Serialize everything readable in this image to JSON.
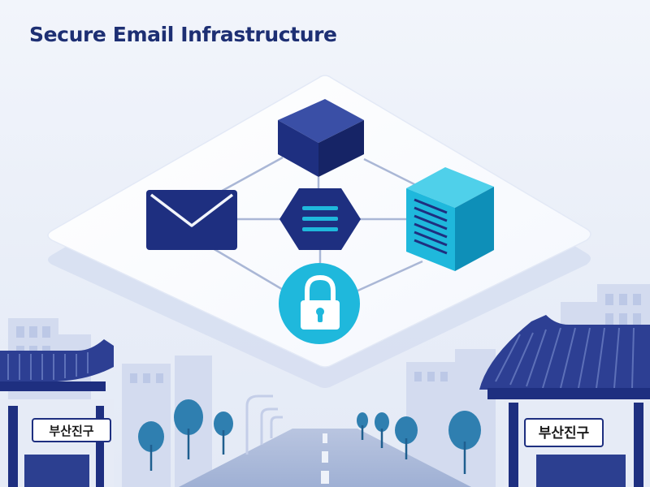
{
  "title": "Secure Email Infrastructure",
  "signs": {
    "left": "부산진구",
    "right": "부산진구"
  },
  "icons": {
    "email": "envelope-icon",
    "hub": "hexagon-hub-icon",
    "cloud": "cube-icon",
    "server": "server-icon",
    "security": "lock-icon"
  },
  "colors": {
    "title": "#1d2f73",
    "navy": "#1e2f80",
    "navy_dark": "#162466",
    "cube_top": "#3a4fa6",
    "cyan": "#1fb8dc",
    "cyan_dark": "#0e8fb8",
    "platform": "#ffffff",
    "platform_shadow": "#d5ddf0",
    "line": "#aab7d6",
    "building": "#c9d3ec",
    "roof": "#2d3f93",
    "tree": "#2f7fb0"
  }
}
